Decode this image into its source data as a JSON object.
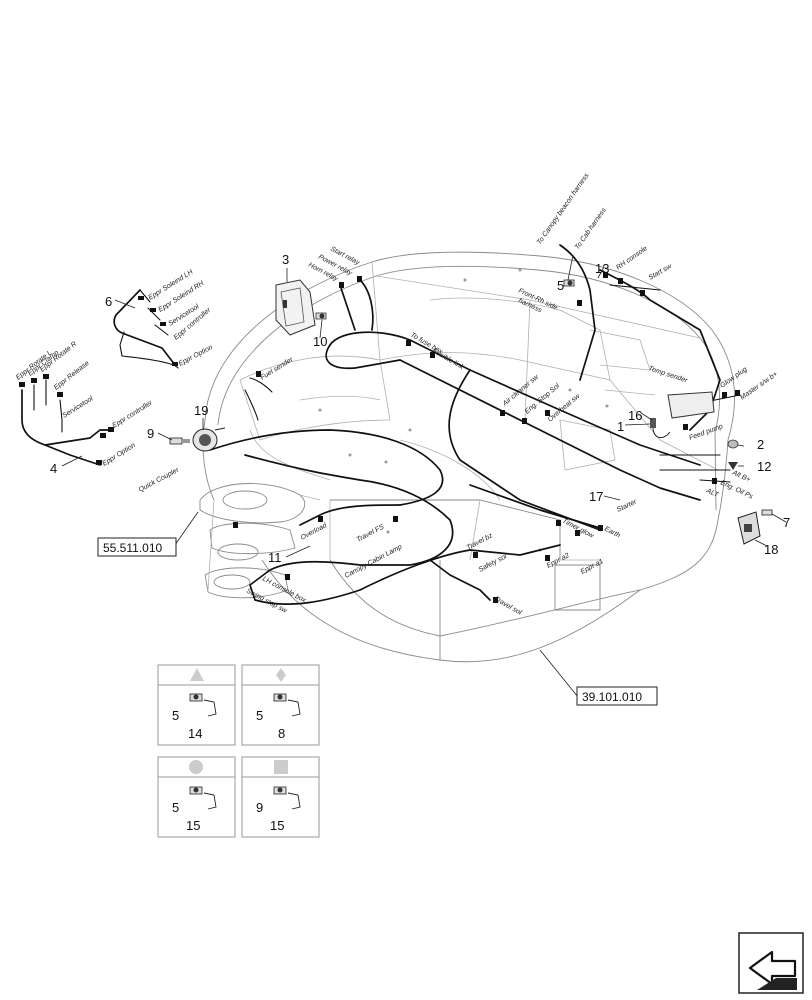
{
  "callouts": [
    {
      "id": "n1",
      "text": "1"
    },
    {
      "id": "n2",
      "text": "2"
    },
    {
      "id": "n3",
      "text": "3"
    },
    {
      "id": "n4",
      "text": "4"
    },
    {
      "id": "n5",
      "text": "5"
    },
    {
      "id": "n6",
      "text": "6"
    },
    {
      "id": "n7",
      "text": "7"
    },
    {
      "id": "n9",
      "text": "9"
    },
    {
      "id": "n10",
      "text": "10"
    },
    {
      "id": "n11",
      "text": "11"
    },
    {
      "id": "n12",
      "text": "12"
    },
    {
      "id": "n13",
      "text": "13"
    },
    {
      "id": "n16",
      "text": "16"
    },
    {
      "id": "n17",
      "text": "17"
    },
    {
      "id": "n18",
      "text": "18"
    },
    {
      "id": "n19",
      "text": "19"
    }
  ],
  "references": {
    "left": "55.511.010",
    "bottom": "39.101.010"
  },
  "wire_labels": [
    {
      "id": "w_canopy_beacon",
      "text": "To Canopy beacon harness"
    },
    {
      "id": "w_cab_harness",
      "text": "To Cab harness"
    },
    {
      "id": "w_rh_console",
      "text": "RH console"
    },
    {
      "id": "w_start_sw",
      "text": "Start sw"
    },
    {
      "id": "w_front_rh",
      "text": "Front-Rh side"
    },
    {
      "id": "w_harness",
      "text": "harness"
    },
    {
      "id": "w_start_relay",
      "text": "Start relay"
    },
    {
      "id": "w_power_relay",
      "text": "Power relay"
    },
    {
      "id": "w_horn_relay",
      "text": "Horn relay"
    },
    {
      "id": "w_eppr_soleind_lh",
      "text": "Eppr Soleind LH"
    },
    {
      "id": "w_eppr_soleind_rh",
      "text": "Eppr Soleind RH"
    },
    {
      "id": "w_servicetool_a",
      "text": "Servicetool"
    },
    {
      "id": "w_eppr_controller_a",
      "text": "Eppr controller"
    },
    {
      "id": "w_eppr_option_a",
      "text": "Eppr Option"
    },
    {
      "id": "w_eppr_rotate_l",
      "text": "Eppr Rotate L"
    },
    {
      "id": "w_eppr_clamp",
      "text": "Eppr Clamp"
    },
    {
      "id": "w_eppr_rotate_r",
      "text": "Eppr Rotate R"
    },
    {
      "id": "w_eppr_release",
      "text": "Eppr Release"
    },
    {
      "id": "w_servicetool_b",
      "text": "Servicetool"
    },
    {
      "id": "w_eppr_controller_b",
      "text": "Eppr controller"
    },
    {
      "id": "w_eppr_option_b",
      "text": "Eppr Option"
    },
    {
      "id": "w_fuel_sender",
      "text": "Fuel sender"
    },
    {
      "id": "w_to_fuse_box",
      "text": "To fuse box"
    },
    {
      "id": "w_fusible_link",
      "text": "Fusible link"
    },
    {
      "id": "w_air_cleaner",
      "text": "Air cleaner sw"
    },
    {
      "id": "w_eng_stop",
      "text": "Eng. Stop Sol"
    },
    {
      "id": "w_overheat",
      "text": "Overheat sw"
    },
    {
      "id": "w_temp_sender",
      "text": "Temp sender"
    },
    {
      "id": "w_glow_plug",
      "text": "Glow plug"
    },
    {
      "id": "w_master_sw",
      "text": "Master s/w b+"
    },
    {
      "id": "w_feed_pump",
      "text": "Feed pump"
    },
    {
      "id": "w_alt_b",
      "text": "Alt B+"
    },
    {
      "id": "w_eng_oil",
      "text": "Eng. Oil Ps"
    },
    {
      "id": "w_alt",
      "text": "ALT"
    },
    {
      "id": "w_starter",
      "text": "Starter"
    },
    {
      "id": "w_timer_glow",
      "text": "Timer glow"
    },
    {
      "id": "w_earth",
      "text": "Earth"
    },
    {
      "id": "w_eppr_a2",
      "text": "Eppr a2"
    },
    {
      "id": "w_eppr_a1",
      "text": "Eppr a1"
    },
    {
      "id": "w_safety_sol",
      "text": "Safety sol"
    },
    {
      "id": "w_travel_bz",
      "text": "Travel bz"
    },
    {
      "id": "w_travel_sol",
      "text": "Travel sol"
    },
    {
      "id": "w_travel_fs",
      "text": "Travel FS"
    },
    {
      "id": "w_canopy_lamp",
      "text": "Canopy Cabin Lamp"
    },
    {
      "id": "w_overload",
      "text": "Overload"
    },
    {
      "id": "w_quick_coupler",
      "text": "Quick Coupler"
    },
    {
      "id": "w_lh_console",
      "text": "LH console box"
    },
    {
      "id": "w_swing_stop",
      "text": "Swing stop sw"
    }
  ],
  "variants": [
    {
      "symbol": "triangle",
      "parts": [
        "5",
        "14"
      ]
    },
    {
      "symbol": "diamond",
      "parts": [
        "5",
        "8"
      ]
    },
    {
      "symbol": "circle",
      "parts": [
        "5",
        "15"
      ]
    },
    {
      "symbol": "square",
      "parts": [
        "9",
        "15"
      ]
    }
  ],
  "nav_icon": "next-page-arrow-icon",
  "colors": {
    "outline": "#8a8a8a",
    "wire": "#111111",
    "symbol_fill": "#cccccc"
  }
}
